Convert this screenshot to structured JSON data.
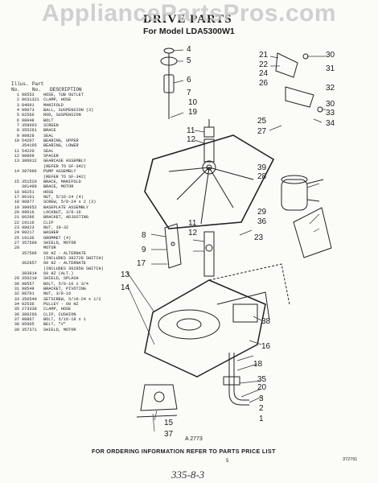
{
  "watermark": "AppliancePartsPros.com",
  "title": "DRIVE PARTS",
  "subtitle": "For Model LDA5300W1",
  "parts_header": {
    "illus": "Illus.\nNo.",
    "part": "Part\nNo.",
    "desc": "DESCRIPTION"
  },
  "parts": [
    {
      "n": "1",
      "p": "98553",
      "d": "HOSE, TUB OUTLET"
    },
    {
      "n": "2",
      "p": "9631321",
      "d": "CLAMP, HOSE"
    },
    {
      "n": "3",
      "p": "84091",
      "d": "MANIFOLD"
    },
    {
      "n": "4",
      "p": "99073",
      "d": "BALL, SUSPENSION (3)"
    },
    {
      "n": "5",
      "p": "82566",
      "d": "ROD, SUSPENSION"
    },
    {
      "n": "6",
      "p": "98048",
      "d": "BOLT"
    },
    {
      "n": "7",
      "p": "358603",
      "d": "SCREEN"
    },
    {
      "n": "8",
      "p": "355261",
      "d": "BRACE"
    },
    {
      "n": "9",
      "p": "98928",
      "d": "SEAL"
    },
    {
      "n": "10",
      "p": "54207",
      "d": "BEARING, UPPER"
    },
    {
      "n": "",
      "p": "354195",
      "d": "BEARING, LOWER"
    },
    {
      "n": "11",
      "p": "54220",
      "d": "SEAL"
    },
    {
      "n": "12",
      "p": "98809",
      "d": "SPACER"
    },
    {
      "n": "13",
      "p": "386012",
      "d": "GEARCASE ASSEMBLY"
    },
    {
      "n": "",
      "p": "",
      "d": "(REFER TO SF-342)"
    },
    {
      "n": "14",
      "p": "387096",
      "d": "PUMP ASSEMBLY"
    },
    {
      "n": "",
      "p": "",
      "d": "(REFER TO SF-342)"
    },
    {
      "n": "15",
      "p": "351520",
      "d": "BRACE, MANIFOLD"
    },
    {
      "n": "",
      "p": "381499",
      "d": "BRACE, MOTOR"
    },
    {
      "n": "16",
      "p": "98251",
      "d": "HOSE"
    },
    {
      "n": "17",
      "p": "96101",
      "d": "NUT, 5/16-24 (4)"
    },
    {
      "n": "18",
      "p": "90877",
      "d": "SCREW, 5/8-24 x 2 (3)"
    },
    {
      "n": "19",
      "p": "380652",
      "d": "BASEPLATE ASSEMBLY"
    },
    {
      "n": "20",
      "p": "99016",
      "d": "LOCKNUT, 3/8-16"
    },
    {
      "n": "21",
      "p": "86286",
      "d": "BRACKET, ADJUSTING"
    },
    {
      "n": "22",
      "p": "19116",
      "d": "CLIP"
    },
    {
      "n": "23",
      "p": "98023",
      "d": "NUT, 10-32"
    },
    {
      "n": "24",
      "p": "90217",
      "d": "WASHER"
    },
    {
      "n": "25",
      "p": "19136",
      "d": "GROMMET (4)"
    },
    {
      "n": "27",
      "p": "357599",
      "d": "SHIELD, MOTOR"
    },
    {
      "n": "28",
      "p": "",
      "d": "MOTOR"
    },
    {
      "n": "",
      "p": "357596",
      "d": "60 HZ - ALTERNATE"
    },
    {
      "n": "",
      "p": "",
      "d": "(INCLUDES 382728 SWITCH)"
    },
    {
      "n": "",
      "p": "362857",
      "d": "60 HZ - ALTERNATE"
    },
    {
      "n": "",
      "p": "",
      "d": "(INCLUDES 362858 SWITCH)"
    },
    {
      "n": "",
      "p": "383814",
      "d": "60 HZ (ALT.)"
    },
    {
      "n": "29",
      "p": "356219",
      "d": "SHIELD, SPLASH"
    },
    {
      "n": "30",
      "p": "98557",
      "d": "BOLT, 5/8-16 x 3/4"
    },
    {
      "n": "31",
      "p": "98549",
      "d": "BRACKET, PIVOTING"
    },
    {
      "n": "32",
      "p": "98701",
      "d": "NUT, 3/8-16"
    },
    {
      "n": "33",
      "p": "356540",
      "d": "SETSCREW, 5/16-24 x 1/2"
    },
    {
      "n": "34",
      "p": "92536",
      "d": "PULLEY - 60 HZ"
    },
    {
      "n": "35",
      "p": "273338",
      "d": "CLAMP, HOSE"
    },
    {
      "n": "36",
      "p": "386266",
      "d": "CLIP, CUSHION"
    },
    {
      "n": "37",
      "p": "98867",
      "d": "BOLT, 5/16-18 x 1"
    },
    {
      "n": "38",
      "p": "95605",
      "d": "BELT, \"V\""
    },
    {
      "n": "39",
      "p": "357371",
      "d": "SHIELD, MOTOR"
    }
  ],
  "callouts": {
    "c4": "4",
    "c5": "5",
    "c6": "6",
    "c7": "7",
    "c10": "10",
    "c19": "19",
    "c11a": "11",
    "c12a": "12",
    "c21": "21",
    "c22": "22",
    "c24": "24",
    "c26": "26",
    "c30a": "30",
    "c31": "31",
    "c32": "32",
    "c30b": "30",
    "c33": "33",
    "c34": "34",
    "c25": "25",
    "c27": "27",
    "c39": "39",
    "c28": "28",
    "c29": "29",
    "c36": "36",
    "c23": "23",
    "c11b": "11",
    "c12b": "12",
    "c8": "8",
    "c9": "9",
    "c17": "17",
    "c13": "13",
    "c14": "14",
    "c38": "38",
    "c16": "16",
    "c18": "18",
    "c35": "35",
    "c20": "20",
    "c3": "3",
    "c2": "2",
    "c1": "1",
    "c15": "15",
    "c37": "37"
  },
  "figure_number": "A 2773",
  "footer": "FOR ORDERING INFORMATION REFER TO PARTS PRICE LIST",
  "page_number": "5",
  "date_code": "372791",
  "handwritten": "335-8-3"
}
